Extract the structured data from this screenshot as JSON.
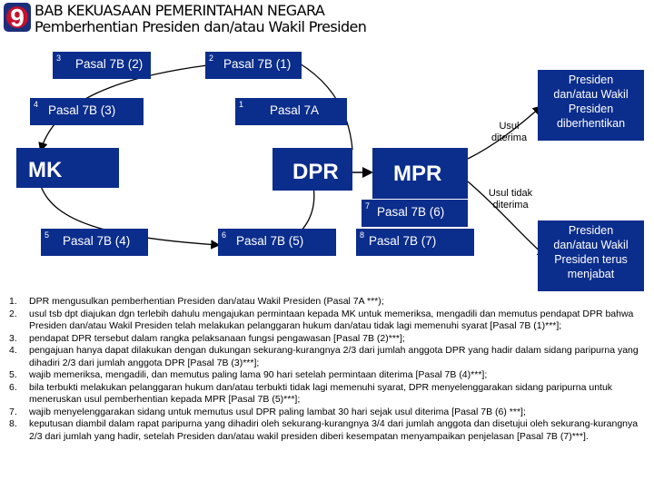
{
  "header": {
    "badge_number": "9",
    "title_line1": "BAB KEKUASAAN PEMERINTAHAN NEGARA",
    "title_line2": "Pemberhentian Presiden dan/atau Wakil Presiden"
  },
  "diagram": {
    "boxes": {
      "p7b2": {
        "num": "3",
        "label": "Pasal 7B (2)"
      },
      "p7b1": {
        "num": "2",
        "label": "Pasal 7B (1)"
      },
      "p7b3": {
        "num": "4",
        "label": "Pasal 7B (3)"
      },
      "p7a": {
        "num": "1",
        "label": "Pasal 7A"
      },
      "p7b6": {
        "num": "7",
        "label": "Pasal 7B (6)"
      },
      "p7b4": {
        "num": "5",
        "label": "Pasal 7B (4)"
      },
      "p7b5": {
        "num": "6",
        "label": "Pasal 7B (5)"
      },
      "p7b7": {
        "num": "8",
        "label": "Pasal 7B (7)"
      }
    },
    "mk": "MK",
    "dpr": "DPR",
    "mpr": "MPR",
    "outcome_removed": [
      "Presiden",
      "dan/atau Wakil",
      "Presiden",
      "diberhentikan"
    ],
    "outcome_continue": [
      "Presiden",
      "dan/atau Wakil",
      "Presiden terus",
      "menjabat"
    ],
    "label_accepted": [
      "Usul",
      "diterima"
    ],
    "label_rejected": [
      "Usul tidak",
      "diterima"
    ],
    "colors": {
      "box": "#0b2d8c",
      "box_text": "#ffffff",
      "badge": "#1b2f7a",
      "badge_accent": "#c8102e"
    }
  },
  "notes": [
    {
      "n": "1.",
      "text": "DPR mengusulkan pemberhentian Presiden dan/atau Wakil Presiden (Pasal 7A ***);"
    },
    {
      "n": "2.",
      "text": "usul tsb dpt diajukan dgn terlebih dahulu mengajukan permintaan kepada MK untuk memeriksa, mengadili dan memutus pendapat DPR bahwa Presiden dan/atau Wakil Presiden telah melakukan pelanggaran hukum dan/atau tidak lagi memenuhi syarat [Pasal 7B (1)***];"
    },
    {
      "n": "3.",
      "text": "pendapat DPR tersebut dalam rangka pelaksanaan fungsi pengawasan [Pasal 7B (2)***];"
    },
    {
      "n": "4.",
      "text": "pengajuan hanya dapat dilakukan dengan dukungan sekurang-kurangnya 2/3 dari jumlah anggota DPR yang hadir dalam sidang paripurna yang dihadiri 2/3 dari jumlah anggota DPR [Pasal 7B (3)***];"
    },
    {
      "n": "5.",
      "text": "wajib memeriksa, mengadili, dan memutus paling lama 90 hari setelah permintaan diterima [Pasal 7B (4)***];"
    },
    {
      "n": "6.",
      "text": "bila terbukti melakukan pelanggaran hukum dan/atau terbukti tidak lagi memenuhi syarat, DPR menyelenggarakan sidang paripurna untuk meneruskan usul pemberhentian kepada MPR [Pasal 7B (5)***];"
    },
    {
      "n": "7.",
      "text": "wajib menyelenggarakan sidang untuk memutus usul DPR paling lambat 30 hari sejak usul diterima [Pasal 7B (6) ***];"
    },
    {
      "n": "8.",
      "text": "keputusan diambil dalam rapat paripurna yang dihadiri oleh sekurang-kurangnya 3/4 dari jumlah anggota dan disetujui oleh sekurang-kurangnya 2/3 dari jumlah yang hadir, setelah Presiden dan/atau wakil presiden diberi kesempatan menyampaikan penjelasan [Pasal 7B (7)***]."
    }
  ]
}
